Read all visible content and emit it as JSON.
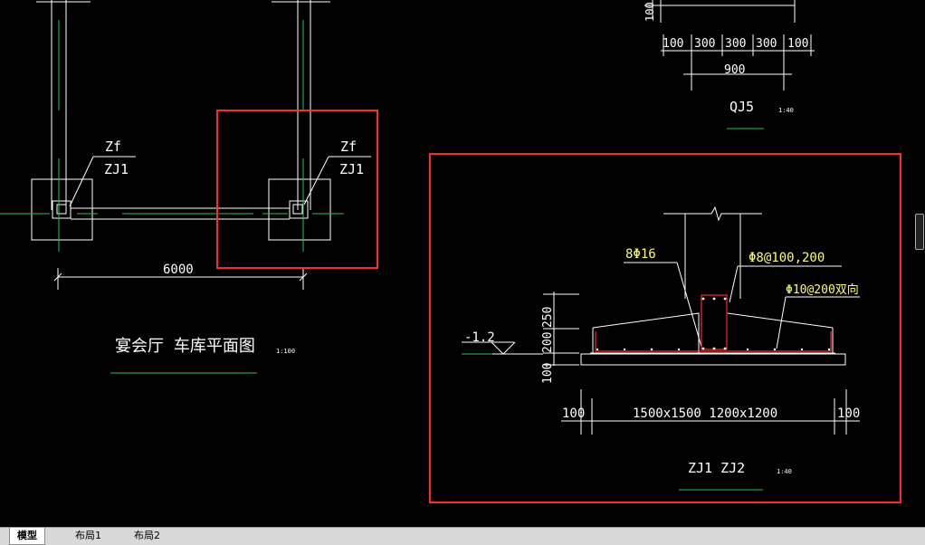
{
  "plan": {
    "label_zf_left": "Zf",
    "label_zj1_left": "ZJ1",
    "label_zf_right": "Zf",
    "label_zj1_right": "ZJ1",
    "dim_span": "6000",
    "title": "宴会厅 车库平面图",
    "scale": "1:100"
  },
  "qj5": {
    "dim_left_100": "100",
    "dims": [
      "300",
      "300",
      "300"
    ],
    "dim_right_100": "100",
    "dim_total": "900",
    "side_dim": "100",
    "title": "QJ5",
    "scale": "1:40"
  },
  "section": {
    "rebar_main": "8Φ16",
    "stirrup": "Φ8@100,200",
    "mesh": "Φ10@200双向",
    "elevation": "-1.2",
    "vert_dims": [
      "250",
      "200",
      "100"
    ],
    "dim_left": "100",
    "dim_middle": "1500x1500  1200x1200",
    "dim_right": "100",
    "title": "ZJ1  ZJ2",
    "scale": "1:40"
  },
  "tabs": [
    "模型",
    "布局1",
    "布局2"
  ],
  "colors": {
    "background": "#000000",
    "line": "#ffffff",
    "axis": "#22c55e",
    "highlight": "#ff2a2a",
    "note": "#ffff66",
    "rebar": "#ff2a2a"
  }
}
